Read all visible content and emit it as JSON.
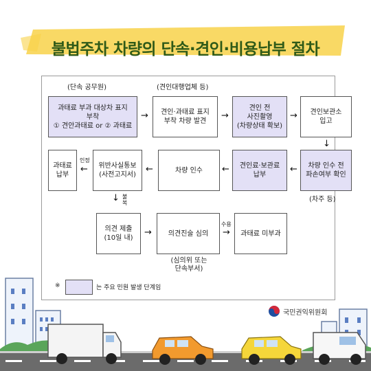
{
  "title": "불법주차 차량의 단속·견인·비용납부 절차",
  "captions": {
    "enforcer": "(단속 공무원)",
    "towing": "(견인대행업체 등)",
    "owner": "(차주 등)",
    "committee": "(심의위 또는\n단속부서)"
  },
  "nodes": {
    "fine_notice": "과태료 부과 대상차 표지\n부착\n① 견안과태료 or ② 과태료",
    "discover": "견인·과태료 표지\n부착 차량 발견",
    "before_tow": "견인 전\n사진촬영\n(차량상태 확보)",
    "storage_in": "견인보관소\n입고",
    "inspect": "차량 인수 전\n파손여부 확인",
    "pay_fee": "견인료·보관료\n납부",
    "receive": "차량 인수",
    "violation_notice": "위반사실통보\n(사전고지서)",
    "fine_pay": "과태료\n납부",
    "objection": "의견 제출\n(10일 내)",
    "review": "의견진술 심의",
    "no_fine": "과태료 미부과"
  },
  "edge_labels": {
    "accept": "인정",
    "dispute": "불\n복",
    "accepted": "수용"
  },
  "legend": {
    "mark": "※",
    "text": "는 주요 민원 발생 단계임"
  },
  "org": "국민권익위원회",
  "colors": {
    "title": "#2f5a18",
    "band": "#f8d24a",
    "highlight": "#e3e0f6"
  }
}
